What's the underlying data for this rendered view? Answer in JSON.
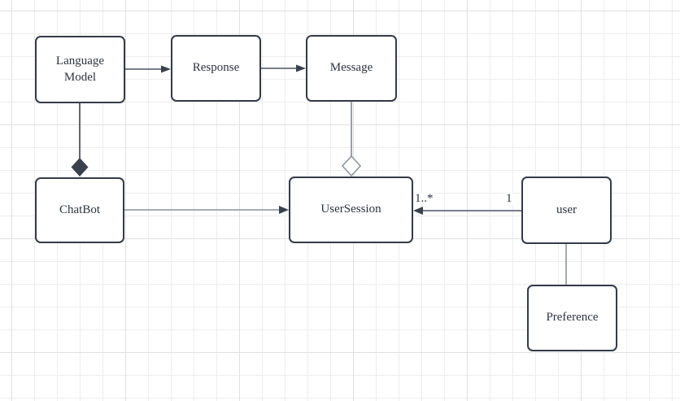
{
  "diagram": {
    "nodes": {
      "language_model": {
        "label": "Language Model"
      },
      "response": {
        "label": "Response"
      },
      "message": {
        "label": "Message"
      },
      "chatbot": {
        "label": "ChatBot"
      },
      "user_session": {
        "label": "UserSession"
      },
      "user": {
        "label": "user"
      },
      "preference": {
        "label": "Preference"
      }
    },
    "edges": {
      "language_model_to_response": {
        "type": "directed association"
      },
      "response_to_message": {
        "type": "directed association"
      },
      "language_model_to_chatbot": {
        "type": "composition"
      },
      "message_to_user_session": {
        "type": "aggregation"
      },
      "chatbot_to_user_session": {
        "type": "directed association"
      },
      "user_to_user_session": {
        "type": "directed association",
        "target_label": "1..*",
        "source_label": "1"
      },
      "user_to_preference": {
        "type": "association"
      }
    },
    "colors": {
      "background": "#ffffff",
      "grid_minor": "#ededed",
      "grid_major": "#e0e0e0",
      "node_fill": "#ffffff",
      "node_border": "#343b47",
      "text": "#2d333d",
      "edge_dark": "#4d5560",
      "edge_gray": "#9aa0a8",
      "marker_fill": "#39414d"
    }
  }
}
